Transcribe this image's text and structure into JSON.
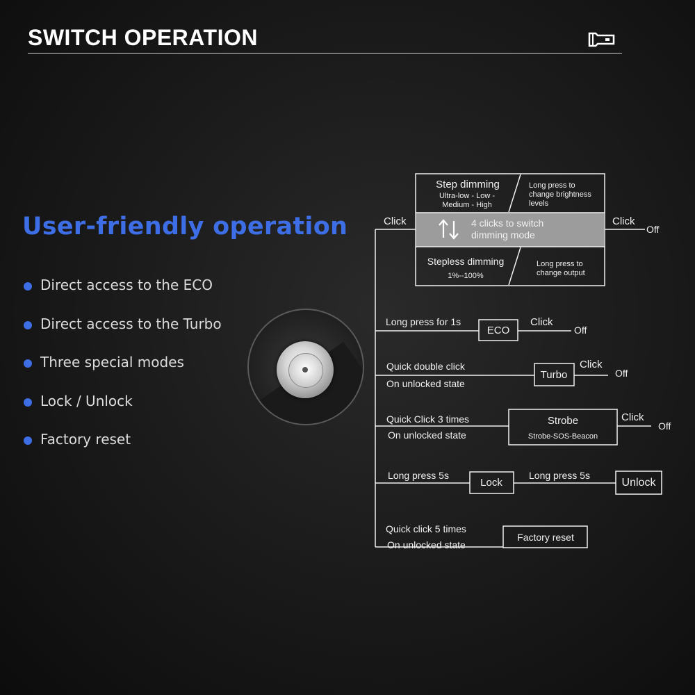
{
  "header": {
    "title": "SWITCH OPERATION",
    "icon": "flashlight-icon"
  },
  "section": {
    "title": "User-friendly operation",
    "features": [
      "Direct access to the ECO",
      "Direct access to the Turbo",
      "Three special modes",
      "Lock / Unlock",
      "Factory reset"
    ],
    "accent_color": "#3d6ee6"
  },
  "diagram": {
    "branch1": {
      "action": "Click",
      "step_title": "Step dimming",
      "step_levels_1": "Ultra-low - Low -",
      "step_levels_2": "Medium - High",
      "step_note_1": "Long press to",
      "step_note_2": "change brightness",
      "step_note_3": "levels",
      "switch_1": "4 clicks to switch",
      "switch_2": "dimming mode",
      "stepless_title": "Stepless dimming",
      "stepless_range": "1%--100%",
      "stepless_note_1": "Long press to",
      "stepless_note_2": "change output",
      "exit_action": "Click",
      "exit_result": "Off"
    },
    "branch2": {
      "action": "Long press for 1s",
      "mode": "ECO",
      "exit_action": "Click",
      "exit_result": "Off"
    },
    "branch3": {
      "action": "Quick double click",
      "condition": "On unlocked state",
      "mode": "Turbo",
      "exit_action": "Click",
      "exit_result": "Off"
    },
    "branch4": {
      "action": "Quick Click 3 times",
      "condition": "On unlocked state",
      "mode": "Strobe",
      "submodes": "Strobe-SOS-Beacon",
      "exit_action": "Click",
      "exit_result": "Off"
    },
    "branch5": {
      "action": "Long press 5s",
      "mode": "Lock",
      "exit_action": "Long press 5s",
      "result": "Unlock"
    },
    "branch6": {
      "action": "Quick click 5 times",
      "condition": "On unlocked state",
      "mode": "Factory reset"
    }
  }
}
